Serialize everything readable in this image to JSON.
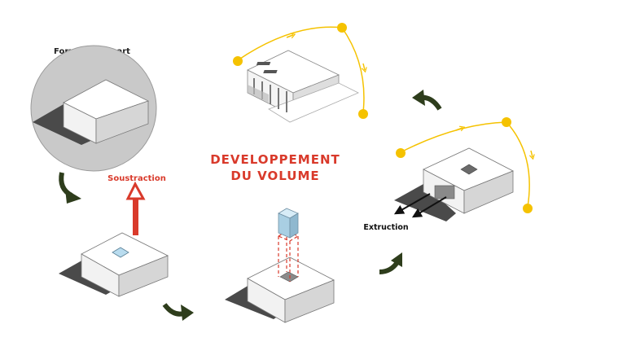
{
  "labels": {
    "start_shape": "Forme de départ",
    "subtraction": "Soustraction",
    "title_line1": "DEVELOPPEMENT",
    "title_line2": "DU VOLUME",
    "extrusion": "Extruction"
  },
  "colors": {
    "accent_red": "#d93a2b",
    "sun_yellow": "#f5c200",
    "arrow_green": "#2e3d1c",
    "glass_blue": "#b9dcef",
    "disc_gray": "#c9c9c9"
  }
}
